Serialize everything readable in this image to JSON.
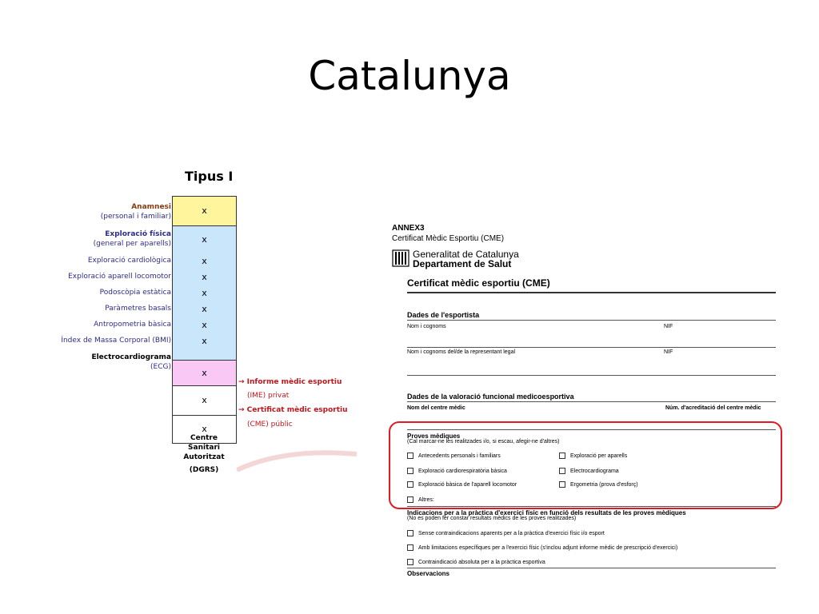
{
  "slide": {
    "title": "Catalunya"
  },
  "left_table": {
    "header": "Tipus I",
    "rows": [
      {
        "label_line1": "Anamnesi",
        "label_line2": "(personal i familiar)",
        "value": "x"
      },
      {
        "label_line1": "Exploració física",
        "label_line2": "(general per aparells)",
        "value": "x"
      },
      {
        "label": "Exploració cardiològica",
        "value": "x"
      },
      {
        "label": "Exploració aparell locomotor",
        "value": "x"
      },
      {
        "label": "Podoscòpia estàtica",
        "value": "x"
      },
      {
        "label": "Paràmetres basals",
        "value": "x"
      },
      {
        "label": "Antropometria bàsica",
        "value": "x"
      },
      {
        "label": "Índex de Massa Corporal (BMI)",
        "value": "x"
      },
      {
        "label_line1": "Electrocardiograma",
        "label_line2": "(ECG)",
        "value": "x"
      },
      {
        "value": "x"
      },
      {
        "value": "x"
      }
    ],
    "annotations": {
      "ime_line1": "→ Informe mèdic esportiu",
      "ime_line2": "(IME) privat",
      "cme_line1": "→ Certificat mèdic esportiu",
      "cme_line2": "(CME) públic"
    },
    "footer_line1": "Centre Sanitari",
    "footer_line2": "Autoritzat",
    "footer_line3": "(DGRS)",
    "colors": {
      "yellow": "#fff59d",
      "blue": "#c9e6fa",
      "pink": "#f9c8f4",
      "label_blue": "#2c2c8c",
      "label_brown": "#8a3b12",
      "arrow_red": "#c0161c"
    }
  },
  "document": {
    "annex": "ANNEX3",
    "annex_subtitle": "Certificat Mèdic Esportiu (CME)",
    "gen_line1": "Generalitat de Catalunya",
    "gen_line2": "Departament de Salut",
    "title": "Certificat mèdic esportiu (CME)",
    "section_dades": "Dades de l'esportista",
    "field_nom": "Nom i cognoms",
    "field_nif": "NIF",
    "field_representant": "Nom i cognoms del/de la representant legal",
    "field_nif2": "NIF",
    "section_valoracio": "Dades de la valoració funcional medicoesportiva",
    "field_centre": "Nom del centre mèdic",
    "field_acreditacio": "Núm. d'acreditació del centre mèdic",
    "proves_title": "Proves mèdiques",
    "proves_note": "(Cal marcar-ne les realitzades i/o, si escau, afegir-ne d'altres)",
    "proves_items": [
      "Antecedents personals i familiars",
      "Exploració per aparells",
      "Exploració cardiorespiratòria bàsica",
      "Electrocardiograma",
      "Exploració bàsica de l'aparell locomotor",
      "Ergometria (prova d'esforç)",
      "Altres:"
    ],
    "indicacions_title": "Indicacions per a la pràctica d'exercici físic en funció dels resultats de les proves mèdiques",
    "indicacions_note": "(No es poden fer constar resultats mèdics de les proves realitzades)",
    "indicacions_items": [
      "Sense contraindicacions aparents per a la pràctica d'exercici físic i/o esport",
      "Amb limitacions específiques per a l'exercici físic (s'inclou adjunt informe mèdic de prescripció d'exercici)",
      "Contraindicació absoluta per a la pràctica esportiva"
    ],
    "observacions": "Observacions",
    "highlight_color": "#e01b24"
  }
}
